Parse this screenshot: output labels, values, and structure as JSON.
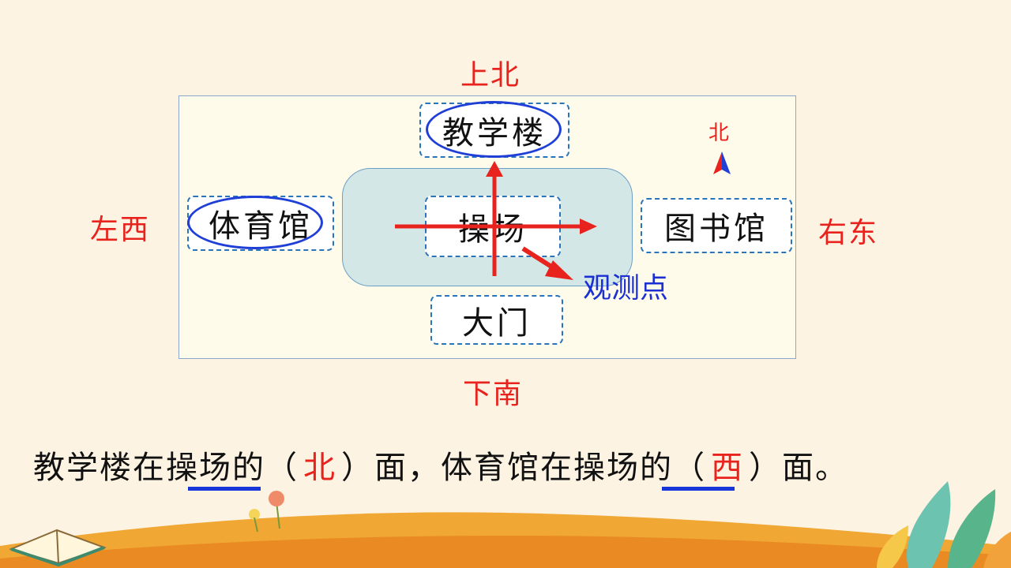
{
  "directions": {
    "top": "上北",
    "bottom": "下南",
    "left": "左西",
    "right": "右东"
  },
  "buildings": {
    "teaching": "教学楼",
    "gym": "体育馆",
    "playground": "操场",
    "library": "图书馆",
    "gate": "大门"
  },
  "observation_point": "观测点",
  "compass_north": "北",
  "sentence": {
    "p1": "教学楼在",
    "ref1": "操场",
    "p2": "的（",
    "ans1": "北",
    "p3": "）面，体育馆在",
    "ref2": "操场",
    "p4": "的（",
    "ans2": "西",
    "p5": "）面。"
  },
  "colors": {
    "answer": "#e8231e",
    "observe": "#1b2fd3",
    "frame": "#2b74b8",
    "background": "#fdf3e3"
  }
}
